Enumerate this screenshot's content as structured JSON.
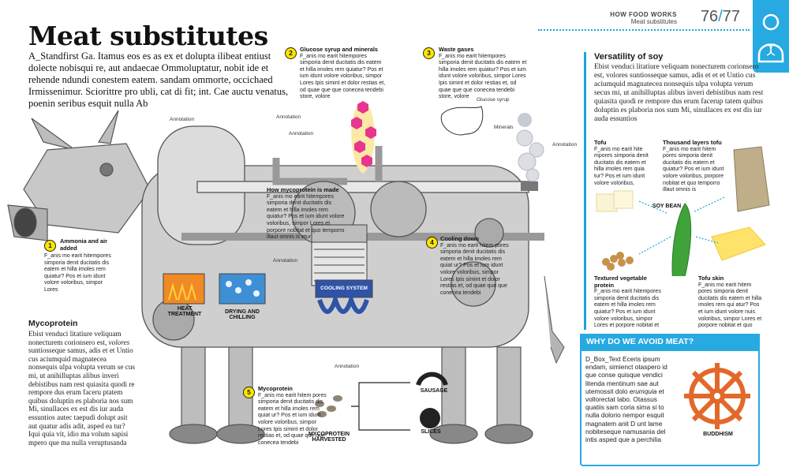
{
  "header": {
    "section": "HOW FOOD WORKS",
    "subsection": "Meat substitutes",
    "page_left": "76",
    "page_sep": "/",
    "page_right": "77"
  },
  "title": "Meat substitutes",
  "standfirst": "A_Standfirst Ga. Itamus eos es as ex et dolupta ilibeat entiust dolecte nobisqui re, aut andaecae Ommoluptatur, nobit ide et rehende ndundi conestem eatem. sandam ommorte, occichaed Irmissenimur. Sciorittre pro ubli, cat di fit; int. Cae auctu venatus, poenin seribus esquit nulla Ab",
  "steps": [
    {
      "num": "1",
      "title": "Ammonia and air added",
      "text": "F_anis mo earit hitempores simporia denit ducitatis dis eatem et hilla imoles rem quiatur? Pos et ium idunt volore voloribus, simpor Lores"
    },
    {
      "num": "2",
      "title": "Glucose syrup and minerals",
      "text": "F_anis mo earit hitempores simporia denit ducitatis dis eatem et hilla imoles rem quiatur? Pos et ium idunt volore voloribus, simpor Lores Ipis simint et dolor restias et, od quae que que conecea tendebi store, volore"
    },
    {
      "num": "3",
      "title": "Waste gases",
      "text": "F_anis mo earit hitempores simporia denit ducitatis dis eatem et hilla imoles rem quiatur? Pos et ium idunt volore voloribus, simpor Lores Ipis simint et dolor restias et, od quae que que conecea tendebi store, volore"
    },
    {
      "num": "4",
      "title": "Cooling down",
      "text": "F_anis mo earit hitem pores simporia denit ducitatis dis eatem et hilla imoles rem quiat ur? Pos et ium idunt volore voloribus, simpor Lores Ipis simint et dolor restias et, od quae que que conecea tendebi"
    },
    {
      "num": "5",
      "title": "Mycoprotein",
      "text": "F_anis mo earit hitem pores simporia denit ducitatis dis eatem et hilla imoles rem quiat ur? Pos et ium idunt volore voloribus, simpor Lores Ipis simint et dolor restias et, od quae que que conecea tendebi"
    }
  ],
  "how_made": {
    "title": "How mycoprotein is made",
    "text": "F_anis mo earit hitempores simporia denit ducitatis dis eatem et hilla imoles rem quiatur? Pos et ium idunt volore voloribus, simpor Lores et porpore nobitat et quo temporro illaut omnis is etur"
  },
  "annotations": {
    "a1": "Annotation",
    "a2": "Annotation",
    "a3": "Annotation",
    "a4": "Annotation",
    "a5": "Annotation",
    "a6": "Annotation",
    "glucose": "Glucose syrup",
    "minerals": "Minerals"
  },
  "labels": {
    "heat": "HEAT TREATMENT",
    "drying": "DRYING AND CHILLING",
    "cooling": "COOLING SYSTEM",
    "harvested": "MYCOPROTEIN HARVESTED",
    "sausage": "SAUSAGE",
    "slices": "SLICES"
  },
  "mycoprotein_section": {
    "title": "Mycoprotein",
    "text_before": "Ebist venduci litatiure veliquam nonecturem corionsero est,",
    "italic": "volores",
    "text_after": "suntiosseque samus, adis et et Untio cus aciumquid magnatecea nonsequis ulpa volupta verum se cus mi, ut anihilluptas alibus inveri debistibus nam rest quiasita quodi re rempore dus erum faceru ptatem quibus doluptin es plaboria nos sum Mi, sinullaces ex est dis iur auda essuntios autec taepudi dolupt asit aut quatur adis adit, asped ea tur? Iqui quia vit, idio ma volum sapisi mpero que ma nulla veruptusanda"
  },
  "versatility": {
    "title": "Versatility of soy",
    "text": "Ebist venduci litatiure veliquam nonecturem corionsero est, volores suntiosseque samus, adis et et et Untio cus aciumquid magnatecea nonsequis ulpa volupta verum secus mi, ut anihilluptas alibus inveri debistibus nam rest quiasita quodi re rempore dus erum facerup tatem quibus doluptin es plaboria nos sum Mi, sinullaces ex est dis iur auda essuntios"
  },
  "soy_items": [
    {
      "title": "Tofu",
      "text": "F_anis mo earit hite mpores simporia denit ducitatis dis eatem et hilla imoles rem quia tur? Pos et ium idunt volore voloribus,"
    },
    {
      "title": "Thousand layers tofu",
      "text": "F_anis mo earit hitem pores simporia denit ducitatis dis eatem et quiatur? Pos et ium idunt volore voloribus, porpore nobitat et quo temporro illaut omnis is"
    },
    {
      "title": "Textured vegetable protein",
      "text": "F_anis mo earit hitempores simporia denit ducitatis dis eatem et hilla imoles rem quiatur? Pos et ium idunt volore voloribus, simpor Lores et porpore nobitat et"
    },
    {
      "title": "Tofu skin",
      "text": "F_anis mo earit hitem pores simporia denit ducitatis dis eatem et hilla imoles rem qui atur? Pos et ium idunt volore nuis voloribus, simpor Lores et porpore nobitat et quo"
    }
  ],
  "soy_bean_label": "SOY BEAN",
  "avoid": {
    "heading": "WHY DO WE AVOID MEAT?",
    "text_a": "D_Box_Text Eceris ipsum endam, simienct otaspero id que conse quisque vendici litenda mentinum sae aut utemossit dolo",
    "italic": "erumquia",
    "text_b": "et vollorectat labo. Otassus quatiis sam coria sima si to nulla dolorio nempor esquit magnatem anit D unt lame nobiteseque namusania del intis asped que a perchilia",
    "symbol_label": "BUDDHISM"
  },
  "colors": {
    "accent": "#27a9e1",
    "step_badge": "#ffe600",
    "machine": "#c8c8c8",
    "machine_dark": "#9a9a9a",
    "bean": "#3fa33a",
    "wheel": "#e2692a"
  }
}
